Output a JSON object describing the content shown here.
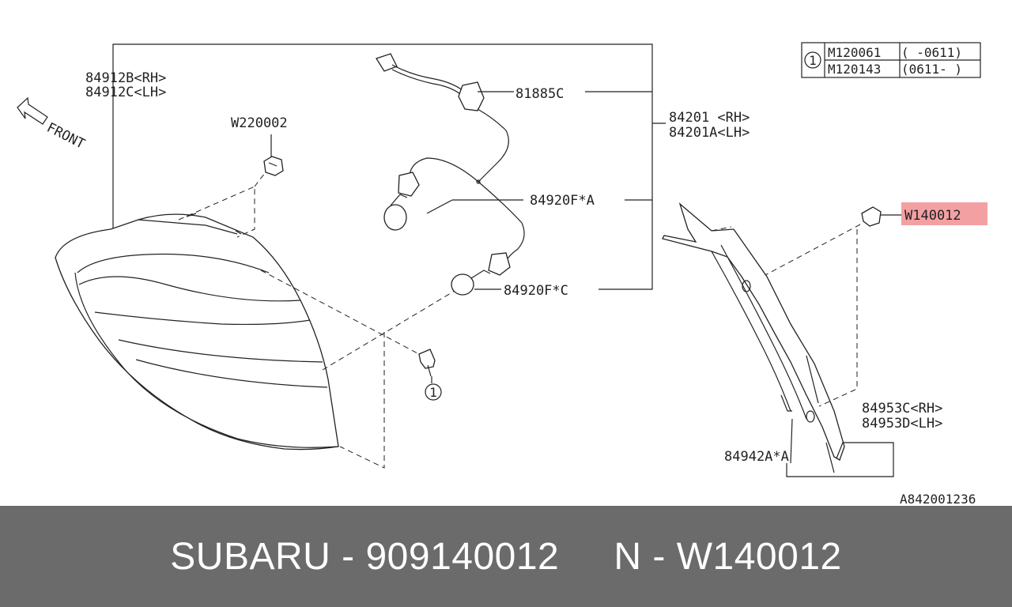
{
  "labels": {
    "lamp_rh": "84912B<RH>",
    "lamp_lh": "84912C<LH>",
    "front": "FRONT",
    "clip": "W220002",
    "socket": "81885C",
    "harness_rh": "84201 <RH>",
    "harness_lh": "84201A<LH>",
    "bulb_a": "84920F*A",
    "bulb_c": "84920F*C",
    "highlight_part": "W140012",
    "cover_rh": "84953C<RH>",
    "cover_lh": "84953D<LH>",
    "seal": "84942A*A",
    "callout_num": "1",
    "bolt_callout": "1"
  },
  "legend_table": {
    "callout": "1",
    "rows": [
      {
        "part": "M120061",
        "range": "(  -0611)"
      },
      {
        "part": "M120143",
        "range": "(0611-  )"
      }
    ]
  },
  "diagram_code": "A842001236",
  "footer": {
    "text": "SUBARU - 909140012     N - W140012"
  },
  "colors": {
    "highlight": "#f3a0a3",
    "footer_bg": "#6b6b6b"
  }
}
